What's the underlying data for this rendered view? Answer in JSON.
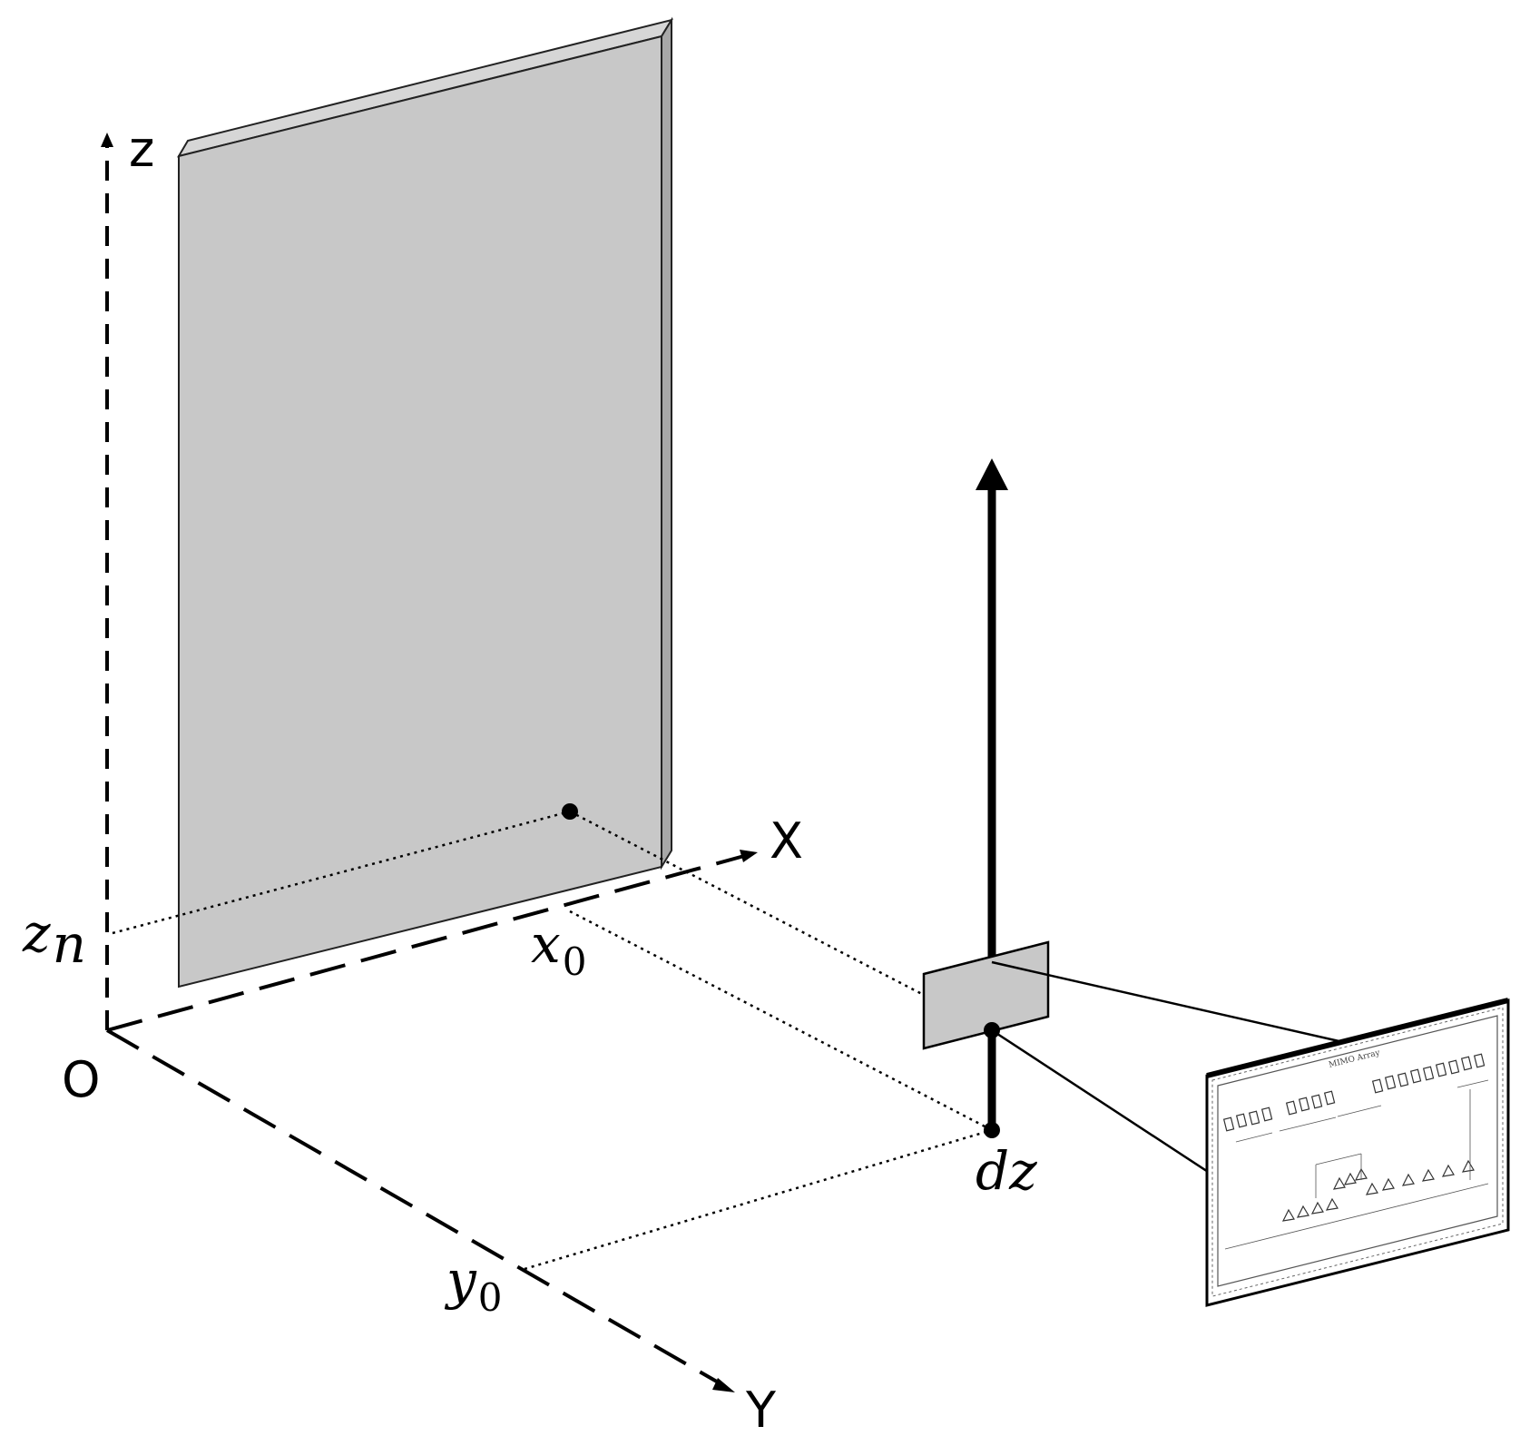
{
  "labels": {
    "z_axis": "z",
    "x_axis": "X",
    "y_axis": "Y",
    "origin": "O",
    "z_n": {
      "base": "z",
      "sub": "n"
    },
    "x_0": {
      "base": "x",
      "sub": "0"
    },
    "y_0": {
      "base": "y",
      "sub": "0"
    },
    "dz": "dz"
  },
  "inset": {
    "title": "MIMO Array"
  },
  "colors": {
    "plate": "#c8c8c8",
    "plate_edge": "#9a9a9a",
    "line": "#000000"
  }
}
